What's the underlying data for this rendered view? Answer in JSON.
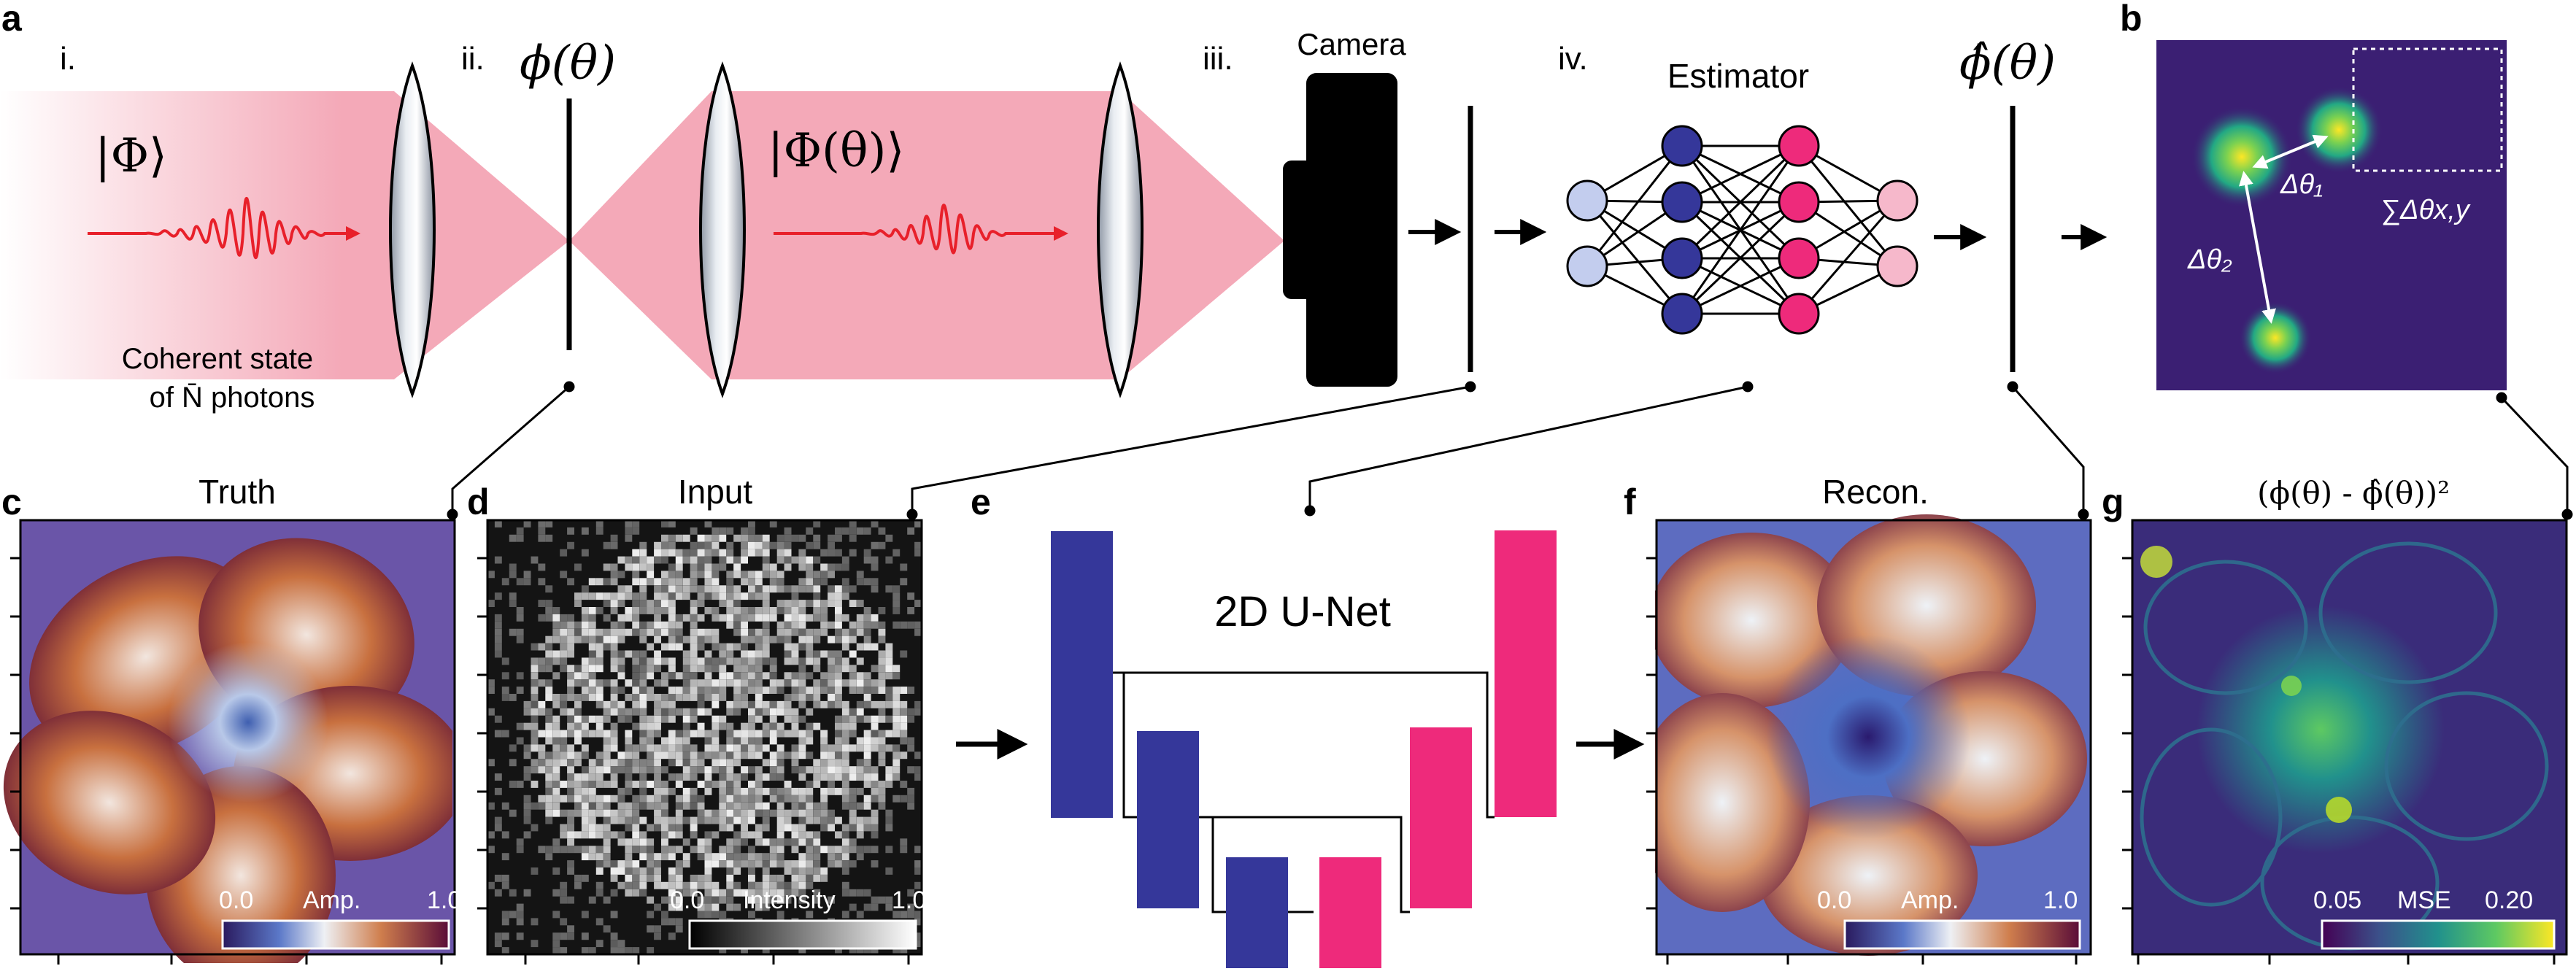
{
  "panel_labels": {
    "a": "a",
    "b": "b",
    "c": "c",
    "d": "d",
    "e": "e",
    "f": "f",
    "g": "g"
  },
  "steps": {
    "i": "i.",
    "ii": "ii.",
    "iii": "iii.",
    "iv": "iv."
  },
  "top": {
    "phi_theta": "ϕ(θ)",
    "phi_hat_theta": "ϕ̂(θ)",
    "ket_phi": "|Φ⟩",
    "ket_phi_theta": "|Φ(θ)⟩",
    "coherent_line1": "Coherent state",
    "coherent_line2": "of N̄ photons",
    "camera": "Camera",
    "estimator": "Estimator"
  },
  "panel_b": {
    "delta1": "Δθ₁",
    "delta2": "Δθ₂",
    "sum": "∑Δθx,y"
  },
  "panel_c": {
    "title": "Truth",
    "cbar_min": "0.0",
    "cbar_label": "Amp.",
    "cbar_max": "1.0"
  },
  "panel_d": {
    "title": "Input",
    "cbar_min": "0.0",
    "cbar_label": "Intensity",
    "cbar_max": "1.0"
  },
  "panel_e": {
    "title": "2D U-Net"
  },
  "panel_f": {
    "title": "Recon.",
    "cbar_min": "0.0",
    "cbar_label": "Amp.",
    "cbar_max": "1.0"
  },
  "panel_g": {
    "title": "(ϕ(θ) - ϕ̂(θ))²",
    "cbar_min": "0.05",
    "cbar_label": "MSE",
    "cbar_max": "0.20"
  },
  "colors": {
    "beam": "#f4a9b8",
    "wave": "#e8202a",
    "navy": "#35379a",
    "pink": "#ee2a7b",
    "light_blue": "#c3cdee",
    "light_pink": "#f6b8cb",
    "viridis_bg": "#3b1f73"
  }
}
